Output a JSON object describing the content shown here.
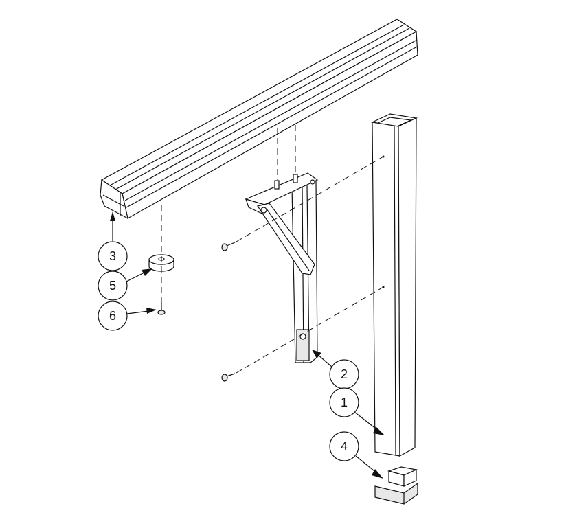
{
  "callouts": {
    "rail": "3",
    "glide": "5",
    "glide_screw": "6",
    "bracket": "2",
    "post": "1",
    "foot_cap": "4"
  }
}
